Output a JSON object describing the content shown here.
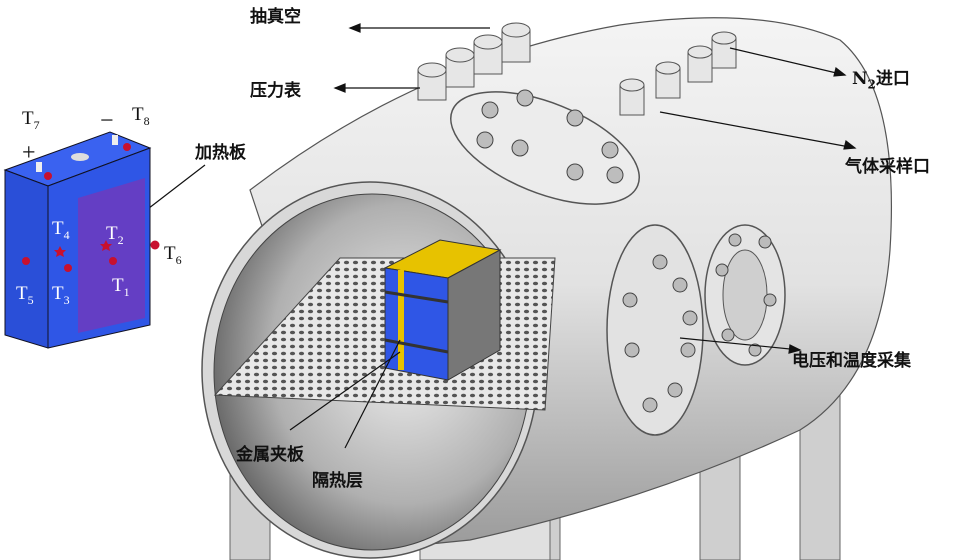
{
  "labels": {
    "vacuum": "抽真空",
    "pressure_gauge": "压力表",
    "n2_inlet_main": "N",
    "n2_inlet_sub": "2",
    "n2_inlet_suffix": "进口",
    "gas_sampling": "气体采样口",
    "heating_plate": "加热板",
    "voltage_temp": "电压和温度采集",
    "metal_clamp": "金属夹板",
    "insulation": "隔热层"
  },
  "battery": {
    "plus": "+",
    "minus": "−",
    "sensors": [
      {
        "name": "T",
        "sub": "1"
      },
      {
        "name": "T",
        "sub": "2"
      },
      {
        "name": "T",
        "sub": "3"
      },
      {
        "name": "T",
        "sub": "4"
      },
      {
        "name": "T",
        "sub": "5"
      },
      {
        "name": "T",
        "sub": "6"
      },
      {
        "name": "T",
        "sub": "7"
      },
      {
        "name": "T",
        "sub": "8"
      }
    ]
  },
  "colors": {
    "battery": "#2f56e6",
    "heater": "#6a3cc0",
    "sensor": "#c8102e",
    "vessel": "#d9d9d9"
  }
}
